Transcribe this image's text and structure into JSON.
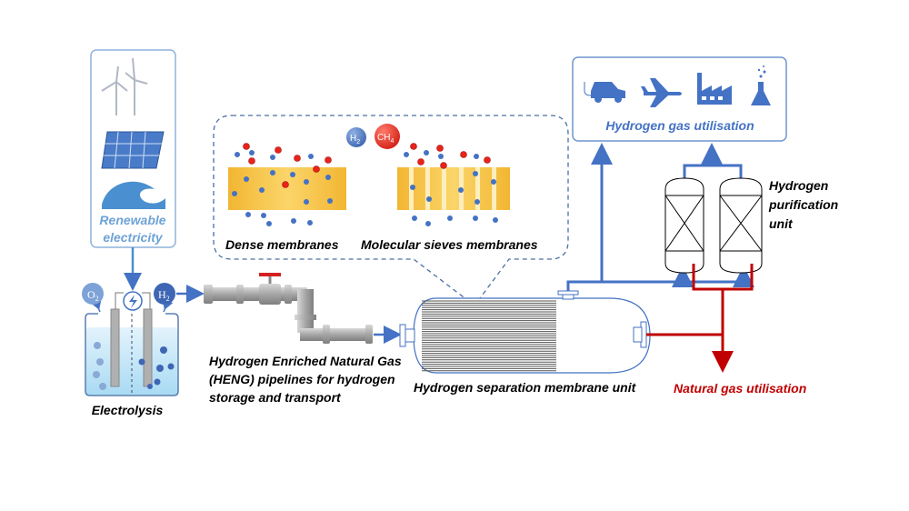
{
  "renewable": {
    "label_line1": "Renewable",
    "label_line2": "electricity",
    "icons": [
      "wind-turbine-icon",
      "solar-panel-icon",
      "wave-icon"
    ]
  },
  "electrolysis": {
    "label": "Electrolysis",
    "o2": "O",
    "o2_sub": "2",
    "h2": "H",
    "h2_sub": "2"
  },
  "pipeline": {
    "line1": "Hydrogen Enriched Natural Gas",
    "line2": "(HENG) pipelines for hydrogen",
    "line3": "storage and transport"
  },
  "membranes": {
    "h2": "H",
    "h2_sub": "2",
    "ch4": "CH",
    "ch4_sub": "4",
    "dense_label": "Dense membranes",
    "sieve_label": "Molecular sieves membranes"
  },
  "separation_unit": {
    "label": "Hydrogen separation membrane unit"
  },
  "hydrogen_utilisation": {
    "label": "Hydrogen gas utilisation",
    "icons": [
      "electric-car-icon",
      "airplane-icon",
      "factory-icon",
      "flask-icon"
    ]
  },
  "purification": {
    "line1": "Hydrogen",
    "line2": "purification",
    "line3": "unit"
  },
  "natural_gas": {
    "label": "Natural gas utilisation"
  },
  "colors": {
    "hydrogen_blue": "#4472c4",
    "natural_gas_red": "#c00000",
    "renewable_blue": "#6fa3d6",
    "membrane_gold": "#f5c242"
  }
}
